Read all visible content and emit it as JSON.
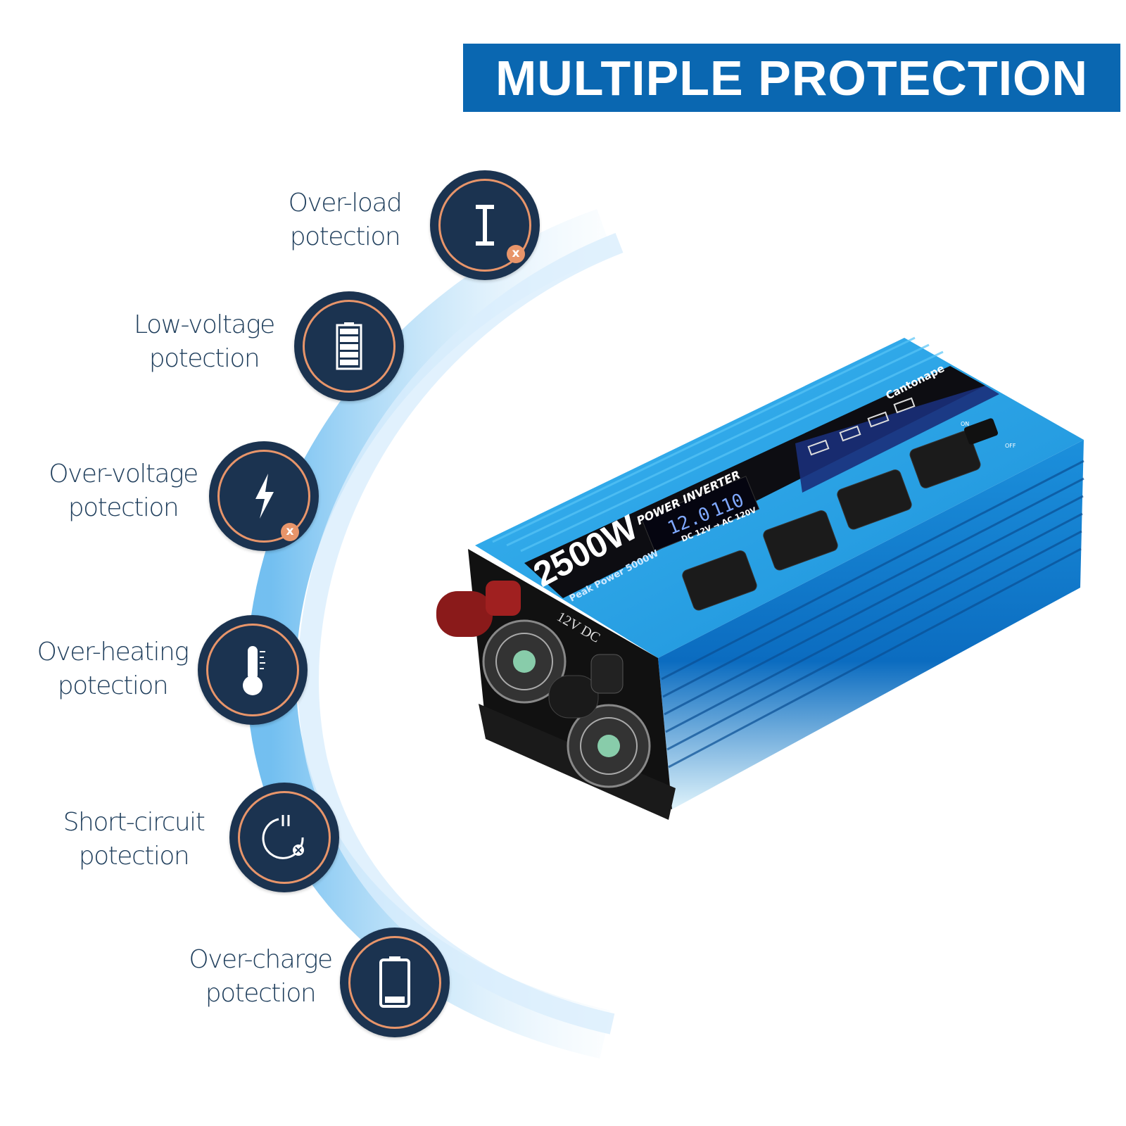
{
  "title": "MULTIPLE PROTECTION",
  "features": [
    {
      "line1": "Over-load",
      "line2": "potection",
      "icon": "current-i-icon",
      "badge": "x"
    },
    {
      "line1": "Low-voltage",
      "line2": "potection",
      "icon": "battery-full-icon"
    },
    {
      "line1": "Over-voltage",
      "line2": "potection",
      "icon": "lightning-icon",
      "badge": "x"
    },
    {
      "line1": "Over-heating",
      "line2": "potection",
      "icon": "thermometer-icon"
    },
    {
      "line1": "Short-circuit",
      "line2": "potection",
      "icon": "short-circuit-icon"
    },
    {
      "line1": "Over-charge",
      "line2": "potection",
      "icon": "battery-low-icon"
    }
  ],
  "product": {
    "power": "2500W",
    "peak": "Peak Power 5000W",
    "name": "POWER INVERTER",
    "dc_reading": "12.0",
    "ac_reading": "110",
    "conversion": "DC 12V → AC 120V",
    "brand": "Cantonape",
    "input": "12V  DC",
    "switch_on": "ON",
    "switch_off": "OFF",
    "colors": {
      "body": "#1e9be0",
      "end_cap": "#111111",
      "positive": "#8a1a1a"
    }
  }
}
